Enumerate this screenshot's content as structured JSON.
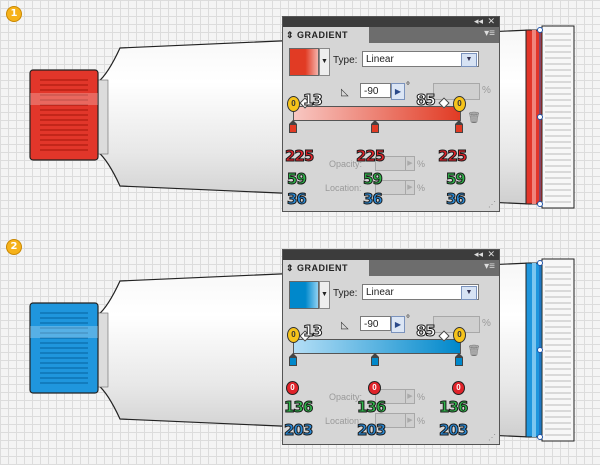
{
  "steps": [
    {
      "badge": "1",
      "cap_color": "#e2362a",
      "swatch_gradient": [
        "#e13b24",
        "#e13b24",
        "#f5b2aa"
      ],
      "bar_gradient": [
        "#f8c7c2",
        "#e13b24"
      ],
      "stop_color": "#e13b24",
      "panel": {
        "title": "GRADIENT",
        "type_label": "Type:",
        "type_value": "Linear",
        "angle_value": "-90",
        "degree_symbol": "°",
        "percent": "%",
        "opacity_label": "Opacity:",
        "location_label": "Location:"
      },
      "overlay": {
        "left_marker": "0",
        "left_number": "13",
        "right_number": "85",
        "right_marker": "0",
        "stops": [
          {
            "r": "225",
            "g": "59",
            "b": "36"
          },
          {
            "r": "225",
            "g": "59",
            "b": "36"
          },
          {
            "r": "225",
            "g": "59",
            "b": "36"
          }
        ]
      }
    },
    {
      "badge": "2",
      "cap_color": "#1f96dd",
      "swatch_gradient": [
        "#0088cb",
        "#0088cb",
        "#8fd0f2"
      ],
      "bar_gradient": [
        "#b3def6",
        "#0088cb"
      ],
      "stop_color": "#0088cb",
      "panel": {
        "title": "GRADIENT",
        "type_label": "Type:",
        "type_value": "Linear",
        "angle_value": "-90",
        "degree_symbol": "°",
        "percent": "%",
        "opacity_label": "Opacity:",
        "location_label": "Location:"
      },
      "overlay": {
        "left_marker": "0",
        "left_number": "13",
        "right_number": "85",
        "right_marker": "0",
        "stops": [
          {
            "r": "0",
            "g": "136",
            "b": "203"
          },
          {
            "r": "0",
            "g": "136",
            "b": "203"
          },
          {
            "r": "0",
            "g": "136",
            "b": "203"
          }
        ]
      }
    }
  ]
}
